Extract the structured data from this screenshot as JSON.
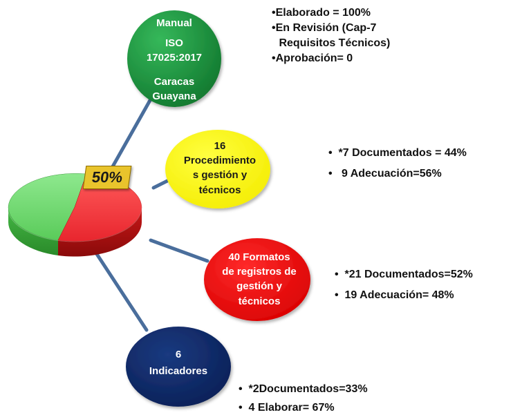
{
  "pie": {
    "badge": "50%",
    "value_percent": 50,
    "colors": {
      "left": "#5fcf5f",
      "right": "#e8262e"
    }
  },
  "nodes": {
    "manual": {
      "lines": [
        "Manual",
        "ISO",
        "17025:2017",
        "Caracas",
        "Guayana"
      ],
      "color": "#1e8f3e"
    },
    "procedimientos": {
      "lines": [
        "16",
        "Procedimiento",
        "s gestión y",
        "técnicos"
      ],
      "color": "#ffff00"
    },
    "formatos": {
      "lines": [
        "40 Formatos",
        "de registros de",
        "gestión y",
        "técnicos"
      ],
      "color": "#ee0a0a"
    },
    "indicadores": {
      "lines": [
        "6",
        "Indicadores"
      ],
      "color": "#0f2a66"
    }
  },
  "bullets": {
    "manual": [
      {
        "mark": "•",
        "text": "Elaborado = 100%"
      },
      {
        "mark": "•",
        "text": "En Revisión (Cap-7"
      },
      {
        "mark": "",
        "text": " Requisitos Técnicos)"
      },
      {
        "mark": "•",
        "text": "Aprobación= 0"
      }
    ],
    "procedimientos": [
      {
        "mark": "•  ",
        "text": "*7 Documentados = 44%"
      },
      {
        "mark": "•   ",
        "text": "9 Adecuación=56%"
      }
    ],
    "formatos": [
      {
        "mark": "•  ",
        "text": "*21 Documentados=52%"
      },
      {
        "mark": "•  ",
        "text": "19 Adecuación= 48%"
      }
    ],
    "indicadores": [
      {
        "mark": "•  ",
        "text": "*2Documentados=33%"
      },
      {
        "mark": "•  ",
        "text": "4 Elaborar= 67%"
      }
    ]
  }
}
